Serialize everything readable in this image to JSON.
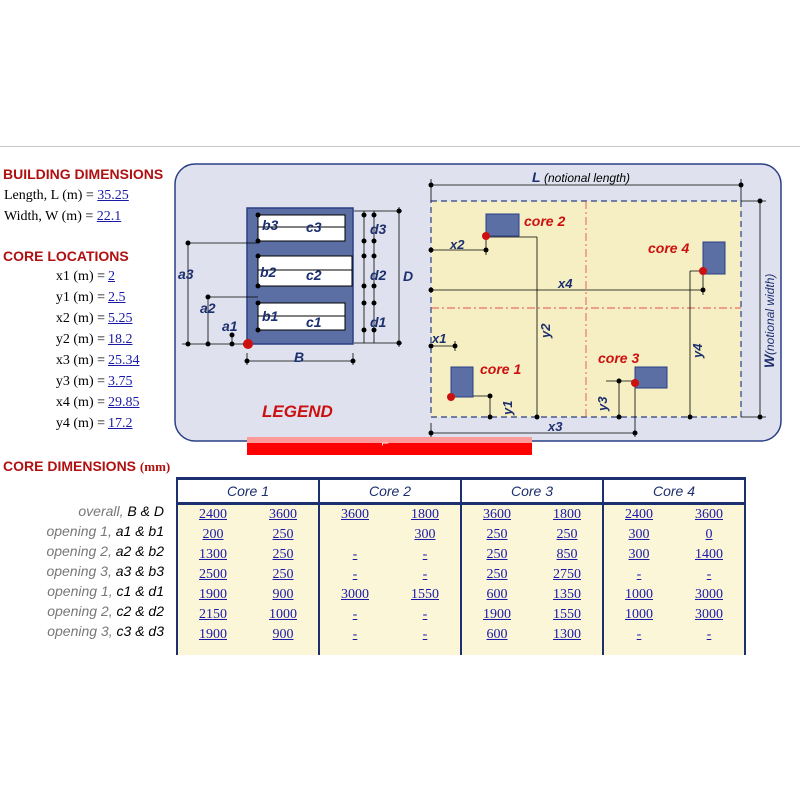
{
  "building_dimensions": {
    "heading": "BUILDING DIMENSIONS",
    "length_label": "Length, L (m) = ",
    "length_value": "35.25",
    "width_label": "Width, W (m) = ",
    "width_value": "22.1"
  },
  "core_locations": {
    "heading": "CORE LOCATIONS",
    "rows": [
      {
        "label": "x1 (m) = ",
        "value": "2"
      },
      {
        "label": "y1 (m) = ",
        "value": "2.5"
      },
      {
        "label": "x2 (m) = ",
        "value": "5.25"
      },
      {
        "label": "y2 (m) = ",
        "value": "18.2"
      },
      {
        "label": "x3 (m) = ",
        "value": "25.34"
      },
      {
        "label": "y3 (m) = ",
        "value": "3.75"
      },
      {
        "label": "x4 (m) = ",
        "value": "29.85"
      },
      {
        "label": "y4 (m) = ",
        "value": "17.2"
      }
    ]
  },
  "legend_diagram": {
    "legend_title": "LEGEND",
    "labels": [
      "b3",
      "c3",
      "d3",
      "a3",
      "b2",
      "c2",
      "d2",
      "D",
      "a2",
      "a1",
      "b1",
      "c1",
      "d1",
      "B"
    ]
  },
  "plan_diagram": {
    "length_label": "L",
    "length_note": "(notional length)",
    "width_label": "W",
    "width_note": "(notional width)",
    "core_labels": [
      "core 1",
      "core 2",
      "core 3",
      "core 4"
    ],
    "dim_labels": [
      "x1",
      "y1",
      "x2",
      "y2",
      "x3",
      "y3",
      "x4",
      "y4"
    ]
  },
  "core_dimensions": {
    "heading": "CORE DIMENSIONS ",
    "heading_unit": "(mm)",
    "columns": [
      "Core 1",
      "Core 2",
      "Core 3",
      "Core 4"
    ],
    "row_labels": [
      {
        "prefix": "overall, ",
        "vars": "B & D"
      },
      {
        "prefix": "opening 1, ",
        "vars": "a1 & b1"
      },
      {
        "prefix": "opening 2, ",
        "vars": "a2 & b2"
      },
      {
        "prefix": "opening 3, ",
        "vars": "a3 & b3"
      },
      {
        "prefix": "opening 1, ",
        "vars": "c1 & d1"
      },
      {
        "prefix": "opening 2, ",
        "vars": "c2 & d2"
      },
      {
        "prefix": "opening 3, ",
        "vars": "c3 & d3"
      }
    ],
    "rows": [
      [
        "2400",
        "3600",
        "3600",
        "1800",
        "3600",
        "1800",
        "2400",
        "3600"
      ],
      [
        "200",
        "250",
        "",
        "300",
        "250",
        "250",
        "300",
        "0"
      ],
      [
        "1300",
        "250",
        "-",
        "-",
        "250",
        "850",
        "300",
        "1400"
      ],
      [
        "2500",
        "250",
        "-",
        "-",
        "250",
        "2750",
        "-",
        "-"
      ],
      [
        "1900",
        "900",
        "3000",
        "1550",
        "600",
        "1350",
        "1000",
        "3000"
      ],
      [
        "2150",
        "1000",
        "-",
        "-",
        "1900",
        "1550",
        "1000",
        "3000"
      ],
      [
        "1900",
        "900",
        "-",
        "-",
        "600",
        "1300",
        "-",
        "-"
      ]
    ]
  },
  "colors": {
    "heading_red": "#b01010",
    "link_blue": "#1a1aa8",
    "table_navy": "#1c2f6e",
    "panel_bg": "#dfe2ee",
    "plan_fill": "#f6efc4",
    "core_fill": "#5b6fa5"
  }
}
